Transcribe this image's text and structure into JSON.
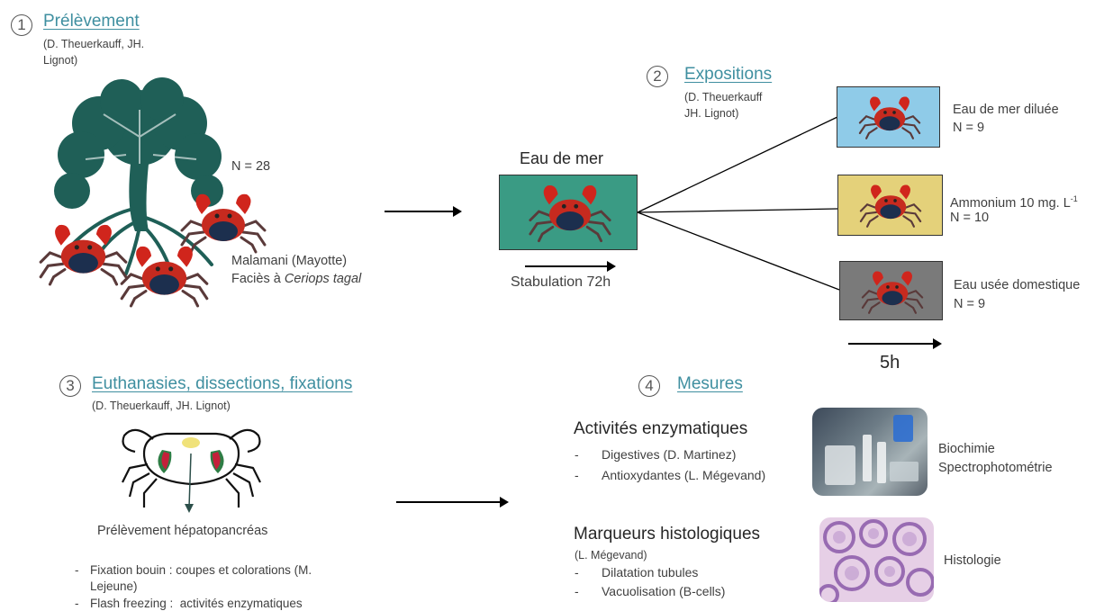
{
  "s1": {
    "num": "1",
    "title": "Prélèvement",
    "auth_line1": "(D. Theuerkauff, JH.",
    "auth_line2": "Lignot)",
    "n": "N = 28",
    "place_line1": "Malamani (Mayotte)",
    "place_prefix": "Faciès à ",
    "place_species": "Ceriops tagal"
  },
  "s2": {
    "num": "2",
    "title": "Expositions",
    "auth_line1": "(D. Theuerkauff",
    "auth_line2": "JH. Lignot)",
    "sea_label": "Eau de mer",
    "stab_label": "Stabulation 72h",
    "time_label": "5h",
    "treatments": [
      {
        "label": "Eau de mer diluée",
        "n": "N = 9",
        "color": "#8fcbe8"
      },
      {
        "label": "Ammonium 10 mg. L",
        "sup": "-1",
        "n": "N = 10",
        "color": "#e4d17a"
      },
      {
        "label": "Eau usée domestique",
        "n": "N = 9",
        "color": "#7a7a7a"
      }
    ],
    "sea_color": "#3a9b84"
  },
  "s3": {
    "num": "3",
    "title": "Euthanasies, dissections, fixations",
    "auth": "(D. Theuerkauff, JH. Lignot)",
    "caption": "Prélèvement hépatopancréas",
    "items": [
      {
        "dash": "-",
        "line1": "Fixation bouin : coupes et colorations (M.",
        "line2": "Lejeune)"
      },
      {
        "dash": "-",
        "line1": "Flash freezing :  activités enzymatiques",
        "line2": ""
      }
    ]
  },
  "s4": {
    "num": "4",
    "title": "Mesures",
    "enz_title": "Activités enzymatiques",
    "enz_items": [
      {
        "dash": "-",
        "text": "Digestives (D. Martinez)"
      },
      {
        "dash": "-",
        "text": "Antioxydantes (L. Mégevand)"
      }
    ],
    "enz_method_1": "Biochimie",
    "enz_method_2": "Spectrophotométrie",
    "histo_title": "Marqueurs histologiques",
    "histo_auth": "(L. Mégevand)",
    "histo_items": [
      {
        "dash": "-",
        "text": "Dilatation tubules"
      },
      {
        "dash": "-",
        "text": "Vacuolisation (B-cells)"
      }
    ],
    "histo_method": "Histologie"
  },
  "colors": {
    "accent": "#3f8fa0",
    "tree": "#1f5f57"
  }
}
